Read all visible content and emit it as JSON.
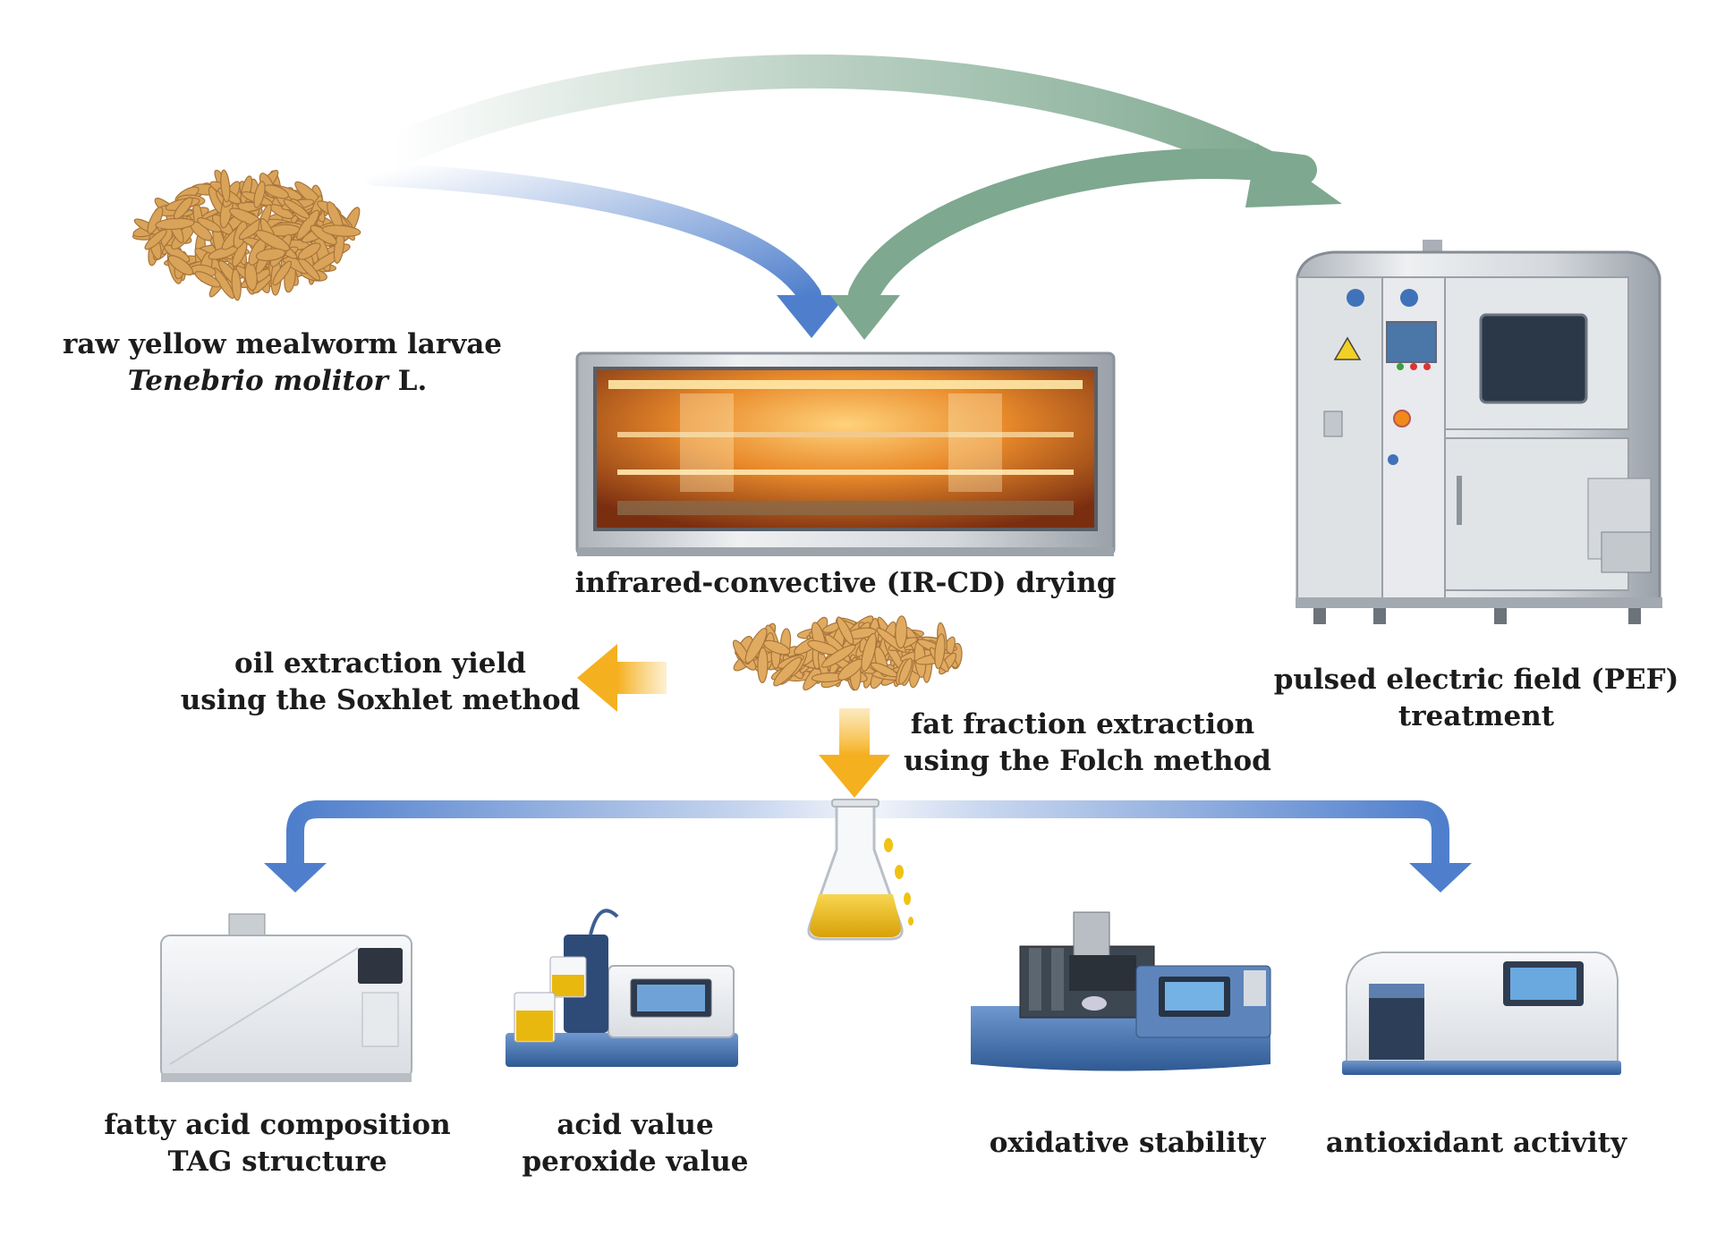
{
  "diagram": {
    "raw_material": {
      "line1": "raw yellow mealworm larvae",
      "line2_italic": "Tenebrio molitor",
      "line2_rest": " L."
    },
    "drying": {
      "label": "infrared-convective (IR-CD) drying"
    },
    "pef": {
      "line1": "pulsed electric field (PEF)",
      "line2": "treatment"
    },
    "soxhlet": {
      "line1": "oil extraction yield",
      "line2": "using the Soxhlet method"
    },
    "folch": {
      "line1": "fat fraction extraction",
      "line2": "using the Folch method"
    },
    "analyses": [
      {
        "line1": "fatty acid composition",
        "line2": "TAG structure"
      },
      {
        "line1": "acid value",
        "line2": "peroxide value"
      },
      {
        "line1": "oxidative stability",
        "line2": ""
      },
      {
        "line1": "antioxidant activity",
        "line2": ""
      }
    ],
    "colors": {
      "blue_arrow": "#4f7fcc",
      "green_arrow": "#7ea88f",
      "yellow_arrow": "#f5b731",
      "oil": "#e9b80f",
      "larvae": "#d9a459",
      "steel": "#c9cdd2",
      "instrument_blue": "#3d6da8"
    }
  }
}
